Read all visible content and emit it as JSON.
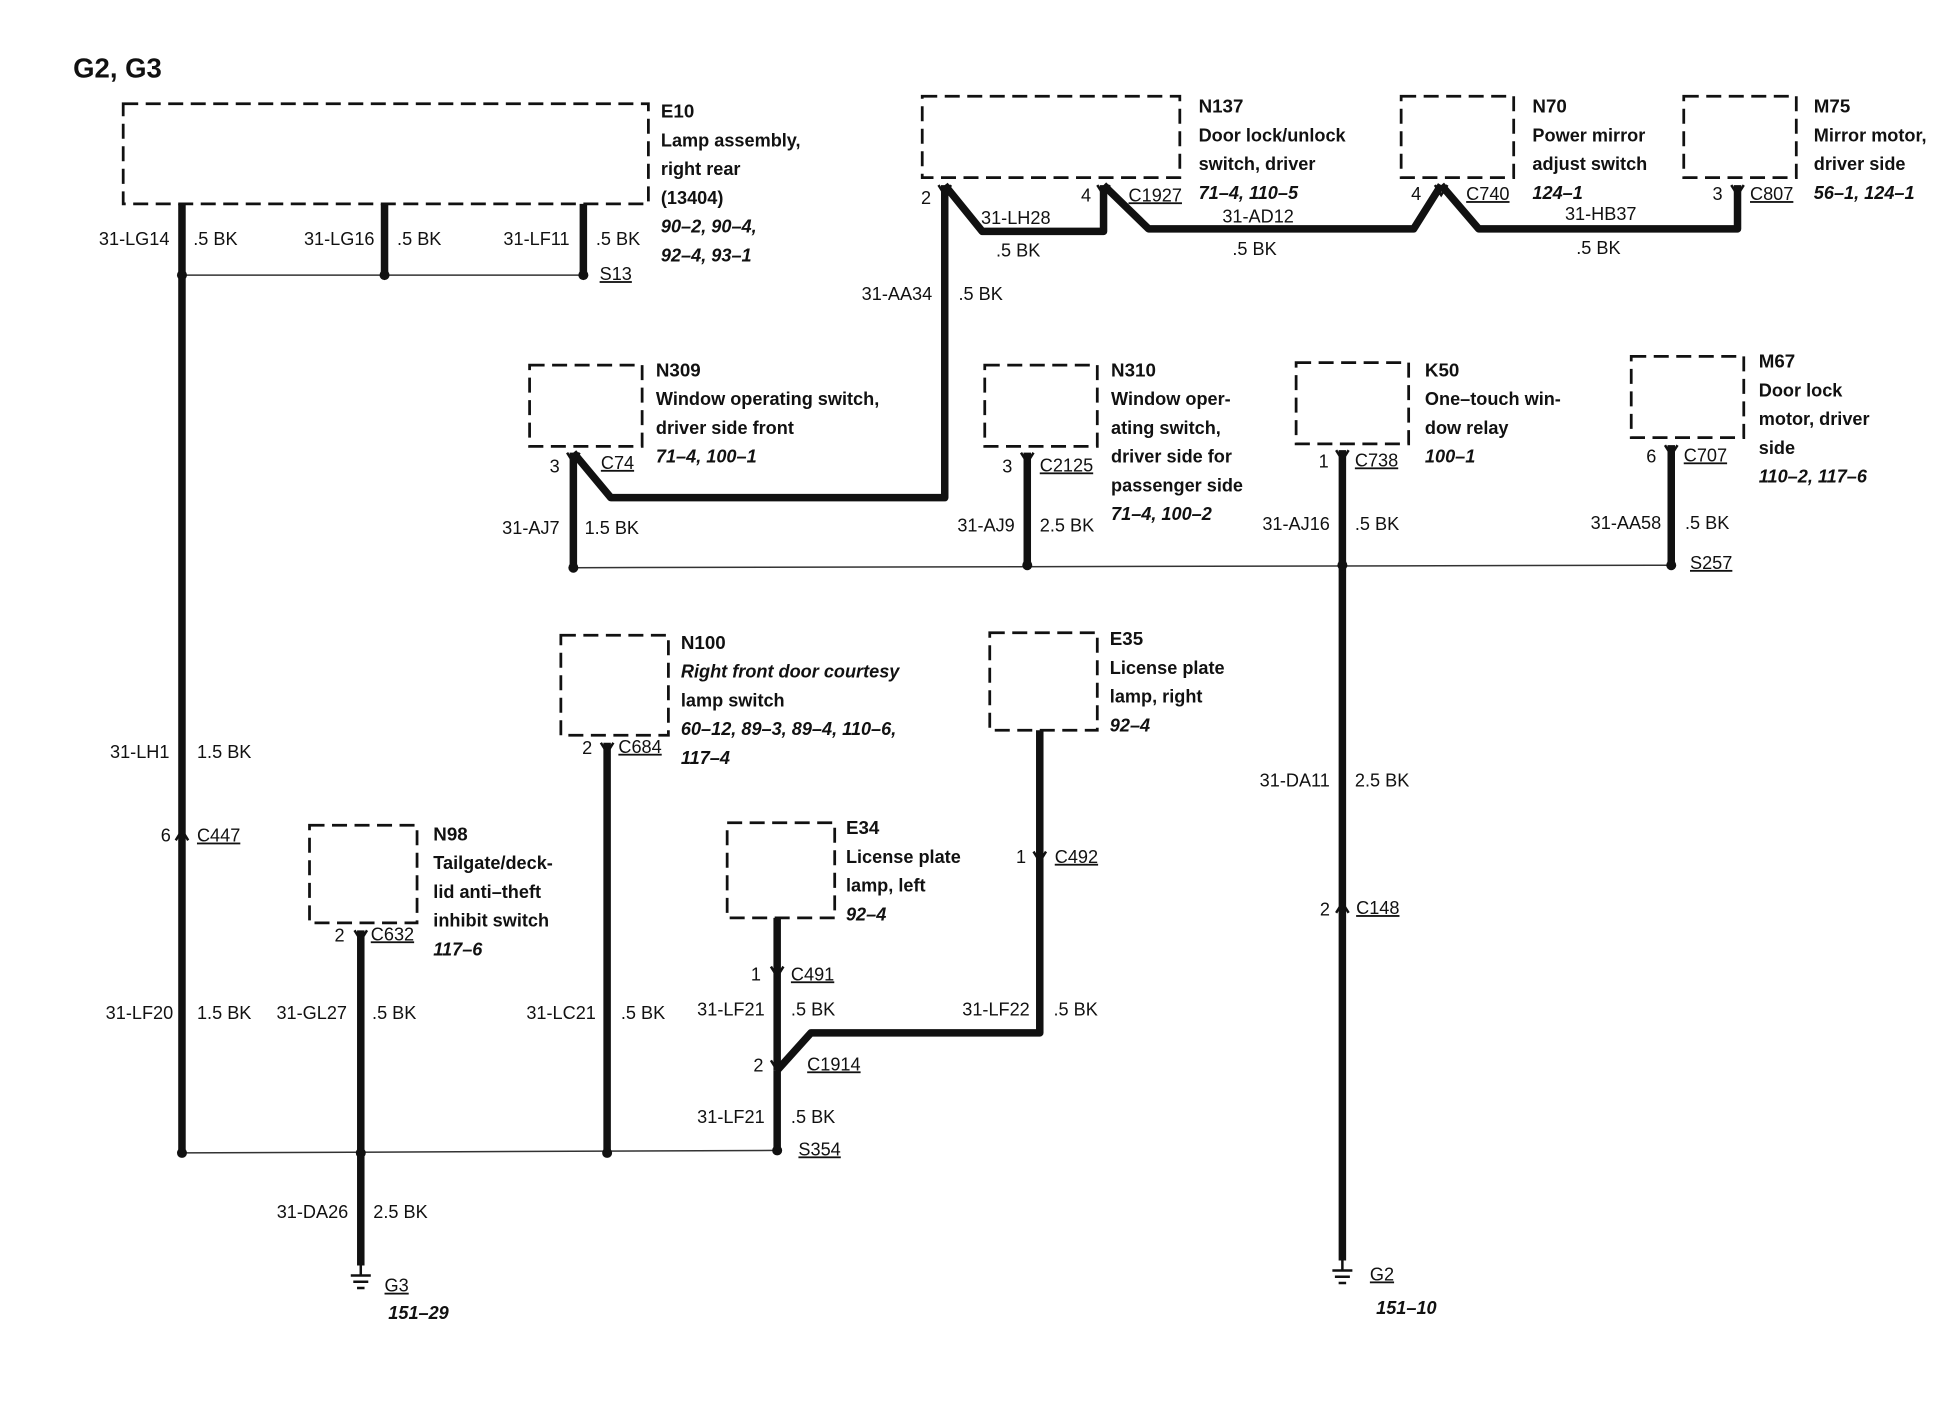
{
  "page_title": "G2, G3",
  "components": [
    {
      "code": "E10",
      "desc": [
        "Lamp assembly,",
        "right rear",
        "(13404)"
      ],
      "refs": [
        "90–2, 90–4,",
        "92–4, 93–1"
      ]
    },
    {
      "code": "N137",
      "desc": [
        "Door lock/unlock",
        "switch, driver"
      ],
      "refs": [
        "71–4, 110–5"
      ]
    },
    {
      "code": "N70",
      "desc": [
        "Power mirror",
        "adjust switch"
      ],
      "refs": [
        "124–1"
      ]
    },
    {
      "code": "M75",
      "desc": [
        "Mirror motor,",
        "driver side"
      ],
      "refs": [
        "56–1, 124–1"
      ]
    },
    {
      "code": "N309",
      "desc": [
        "Window operating switch,",
        "driver side front"
      ],
      "refs": [
        "71–4, 100–1"
      ]
    },
    {
      "code": "N310",
      "desc": [
        "Window oper-",
        "ating switch,",
        "driver side for",
        "passenger side"
      ],
      "refs": [
        "71–4, 100–2"
      ]
    },
    {
      "code": "K50",
      "desc": [
        "One–touch win-",
        "dow relay"
      ],
      "refs": [
        "100–1"
      ]
    },
    {
      "code": "M67",
      "desc": [
        "Door lock",
        "motor, driver",
        "side"
      ],
      "refs": [
        "110–2, 117–6"
      ]
    },
    {
      "code": "N100",
      "desc": [
        "Right front door courtesy",
        "lamp switch"
      ],
      "refs": [
        "60–12, 89–3, 89–4, 110–6,",
        "117–4"
      ]
    },
    {
      "code": "E35",
      "desc": [
        "License plate",
        "lamp, right"
      ],
      "refs": [
        "92–4"
      ]
    },
    {
      "code": "E34",
      "desc": [
        "License plate",
        "lamp, left"
      ],
      "refs": [
        "92–4"
      ]
    },
    {
      "code": "N98",
      "desc": [
        "Tailgate/deck-",
        "lid anti–theft",
        "inhibit switch"
      ],
      "refs": [
        "117–6"
      ]
    }
  ],
  "connectors": [
    {
      "name": "C1927",
      "pin": "4"
    },
    {
      "name": "C740",
      "pin": "4"
    },
    {
      "name": "C807",
      "pin": "3"
    },
    {
      "name": "C74",
      "pin": "3"
    },
    {
      "name": "C2125",
      "pin": "3"
    },
    {
      "name": "C738",
      "pin": "1"
    },
    {
      "name": "C707",
      "pin": "6"
    },
    {
      "name": "C684",
      "pin": "2"
    },
    {
      "name": "C492",
      "pin": "1"
    },
    {
      "name": "C447",
      "pin": "6"
    },
    {
      "name": "C632",
      "pin": "2"
    },
    {
      "name": "C491",
      "pin": "1"
    },
    {
      "name": "C1914",
      "pin": "2"
    },
    {
      "name": "C148",
      "pin": "2"
    }
  ],
  "n137_pin2": "2",
  "wires": [
    {
      "circuit": "31-LG14",
      "gauge": ".5 BK"
    },
    {
      "circuit": "31-LG16",
      "gauge": ".5 BK"
    },
    {
      "circuit": "31-LF11",
      "gauge": ".5 BK"
    },
    {
      "circuit": "31-LH28",
      "gauge": ".5 BK"
    },
    {
      "circuit": "31-AD12",
      "gauge": ".5 BK"
    },
    {
      "circuit": "31-HB37",
      "gauge": ".5 BK"
    },
    {
      "circuit": "31-AA34",
      "gauge": ".5 BK"
    },
    {
      "circuit": "31-AJ7",
      "gauge": "1.5 BK"
    },
    {
      "circuit": "31-AJ9",
      "gauge": "2.5 BK"
    },
    {
      "circuit": "31-AJ16",
      "gauge": ".5 BK"
    },
    {
      "circuit": "31-AA58",
      "gauge": ".5 BK"
    },
    {
      "circuit": "31-LH1",
      "gauge": "1.5 BK"
    },
    {
      "circuit": "31-DA11",
      "gauge": "2.5 BK"
    },
    {
      "circuit": "31-LF20",
      "gauge": "1.5 BK"
    },
    {
      "circuit": "31-GL27",
      "gauge": ".5 BK"
    },
    {
      "circuit": "31-LC21",
      "gauge": ".5 BK"
    },
    {
      "circuit": "31-LF21",
      "gauge": ".5 BK"
    },
    {
      "circuit": "31-LF22",
      "gauge": ".5 BK"
    },
    {
      "circuit": "31-LF21",
      "gauge": ".5 BK"
    },
    {
      "circuit": "31-DA26",
      "gauge": "2.5 BK"
    }
  ],
  "splices": [
    "S13",
    "S257",
    "S354"
  ],
  "grounds": [
    {
      "name": "G3",
      "ref": "151–29"
    },
    {
      "name": "G2",
      "ref": "151–10"
    }
  ]
}
